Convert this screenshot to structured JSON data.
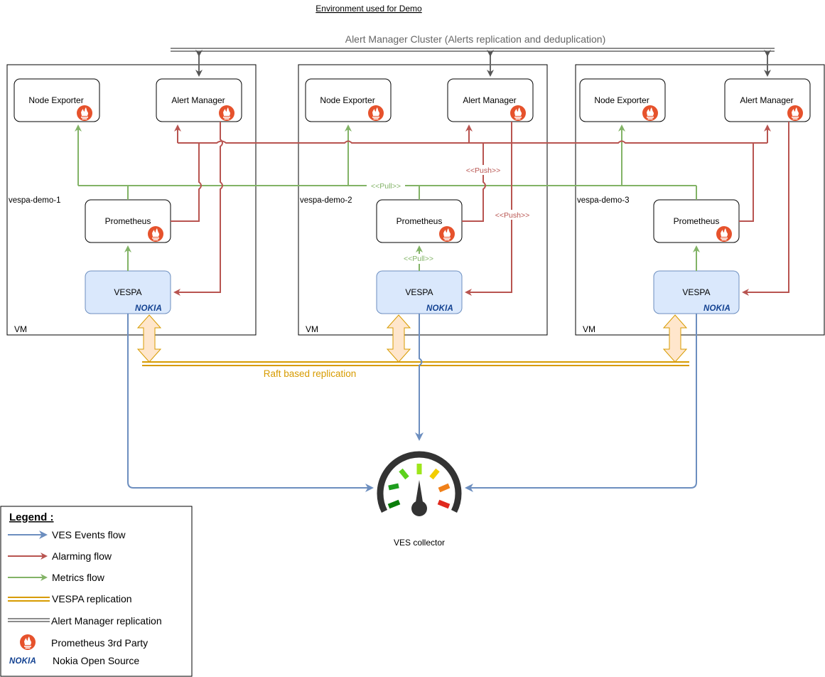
{
  "title": "Environment used for Demo",
  "alert_cluster_label": "Alert Manager Cluster (Alerts replication and deduplication)",
  "vms": [
    {
      "host": "vespa-demo-1",
      "vm_label": "VM",
      "node_exporter": "Node Exporter",
      "alert_manager": "Alert Manager",
      "prometheus": "Prometheus",
      "vespa": "VESPA"
    },
    {
      "host": "vespa-demo-2",
      "vm_label": "VM",
      "node_exporter": "Node Exporter",
      "alert_manager": "Alert Manager",
      "prometheus": "Prometheus",
      "vespa": "VESPA"
    },
    {
      "host": "vespa-demo-3",
      "vm_label": "VM",
      "node_exporter": "Node Exporter",
      "alert_manager": "Alert Manager",
      "prometheus": "Prometheus",
      "vespa": "VESPA"
    }
  ],
  "nokia_logo": "NOKIA",
  "edge_labels": {
    "pull_top": "<<Pull>>",
    "pull_local": "<<Pull>>",
    "push_top": "<<Push>>",
    "push_side": "<<Push>>"
  },
  "raft_label": "Raft based replication",
  "collector_label": "VES collector",
  "legend": {
    "title": "Legend :",
    "items": [
      {
        "label": "VES Events flow",
        "kind": "blue-arrow",
        "color": "#6c8ebf"
      },
      {
        "label": "Alarming flow",
        "kind": "red-arrow",
        "color": "#b85450"
      },
      {
        "label": "Metrics flow",
        "kind": "green-arrow",
        "color": "#82b366"
      },
      {
        "label": "VESPA replication",
        "kind": "gold-double-line",
        "color": "#d79b00"
      },
      {
        "label": "Alert Manager replication",
        "kind": "gray-double-line",
        "color": "#666666"
      },
      {
        "label": "Prometheus 3rd Party",
        "kind": "prometheus-icon",
        "color": "#e6522c"
      },
      {
        "label": "Nokia Open Source",
        "kind": "nokia-logo",
        "color": "#124191"
      }
    ]
  },
  "colors": {
    "vespa_fill": "#dae8fc",
    "vespa_stroke": "#6c8ebf",
    "raft": "#d79b00",
    "replication_arrow_fill": "#ffe6cc",
    "prometheus": "#e6522c"
  }
}
